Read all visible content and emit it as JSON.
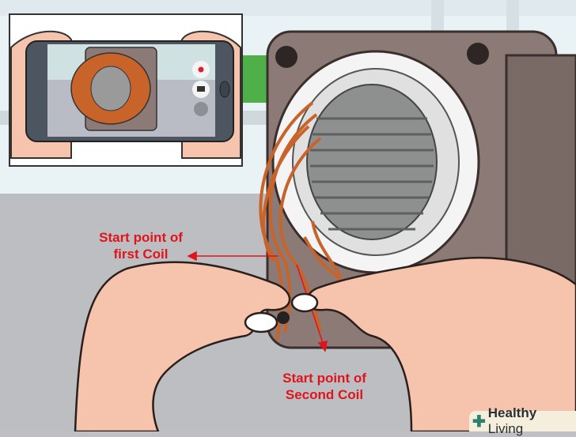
{
  "annotations": {
    "first_coil": {
      "line1": "Start point of",
      "line2": "first Coil"
    },
    "second_coil": {
      "line1": "Start point of",
      "line2": "Second Coil"
    }
  },
  "watermark": {
    "bold": "Healthy",
    "regular": " Living"
  },
  "colors": {
    "label_red": "#e0141b",
    "copper": "#c8642a",
    "motor_body": "#8b7a76",
    "skin": "#f6c3ad"
  }
}
